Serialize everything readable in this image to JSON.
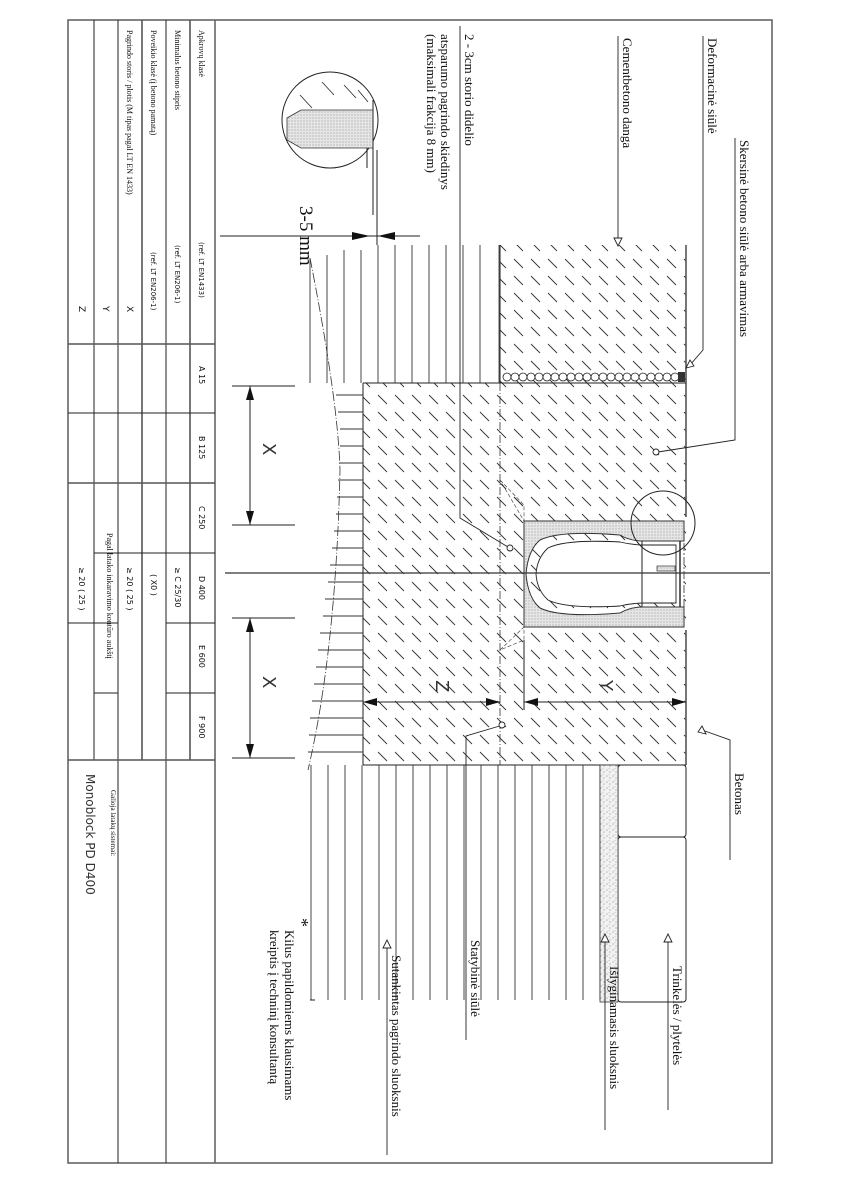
{
  "drawing": {
    "labels": {
      "skersine": "Skersinė betono siūlė arba armavimas",
      "deformacine": "Deformacinė siūlė",
      "cementbetonio": "Cementbetono danga",
      "skiedinys_1": "2 - 3cm storio didelio",
      "skiedinys_2": "atsparumo pagrindo skiedinys",
      "skiedinys_3": "(maksimali frakcija 8 mm)",
      "gap": "3-5 mm",
      "betonas": "Betonas",
      "trinkeles": "Trinkelės / plytelės",
      "islyginamasis": "Išlyginamasis sluoksnis",
      "statybine": "Statybinė siūlė",
      "sutankintas": "Sutankintas pagrindo sluoksnis",
      "note_star": "*",
      "note_1": "Kilus papildomiems klausimams",
      "note_2": "kreiptis į techninį konsultantą"
    },
    "dimensions": {
      "x_top": "X",
      "x_bottom": "X",
      "y": "Y",
      "z": "Z"
    }
  },
  "table": {
    "rows": [
      {
        "label": "Apkrovų klasė",
        "ref": "(ref. LT EN1433)"
      },
      {
        "label": "Minimalus betono stipris",
        "ref": "(ref. LT EN206-1)"
      },
      {
        "label": "Poveikio klasė (į betono pamatą)",
        "ref": "(ref. LT EN206-1)"
      },
      {
        "label": "Pagrindo storis / plotis (M tipas pagal LT EN 1433)",
        "ref": "X"
      },
      {
        "label": "",
        "ref": "Y"
      },
      {
        "label": "",
        "ref": "Z"
      }
    ],
    "classes": [
      "A 15",
      "B 125",
      "C 250",
      "D 400",
      "E 600",
      "F 900"
    ],
    "values": {
      "concrete_strength": "≥ C 25/30",
      "exposure": "( X0 )",
      "x_value": "≥ 20 ( 25 )",
      "y_value": "Pagal latako inkaravimo kontūro aukštį",
      "z_value": "≥ 20 ( 25 )"
    },
    "system_label": "Galioja latakų sistemai:",
    "system_name": "Monoblock PD D400"
  }
}
